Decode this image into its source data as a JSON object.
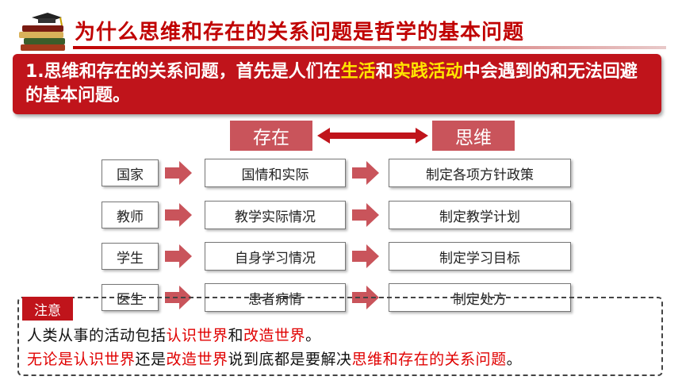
{
  "title": "为什么思维和存在的关系问题是哲学的基本问题",
  "banner": {
    "p1": "1.思维和存在的关系问题，首先是人们在",
    "h1": "生活",
    "p2": "和",
    "h2": "实践活动",
    "p3": "中会遇到的和无法回避的基本问题。"
  },
  "labels": {
    "left": "存在",
    "right": "思维"
  },
  "rows": [
    {
      "subject": "国家",
      "existence": "国情和实际",
      "thinking": "制定各项方针政策"
    },
    {
      "subject": "教师",
      "existence": "教学实际情况",
      "thinking": "制定教学计划"
    },
    {
      "subject": "学生",
      "existence": "自身学习情况",
      "thinking": "制定学习目标"
    },
    {
      "subject": "医生",
      "existence": "患者病情",
      "thinking": "制定处方"
    }
  ],
  "note": {
    "tag": "注意",
    "l1a": "人类从事的活动包括",
    "l1b": "认识世界",
    "l1c": "和",
    "l1d": "改造世界",
    "l1e": "。",
    "l2a": "无论是认识世界",
    "l2b": "还是",
    "l2c": "改造世界",
    "l2d": "说到底都是要解决",
    "l2e": "思维和存在的关系问题",
    "l2f": "。"
  },
  "colors": {
    "accent": "#c00000",
    "banner": "#c0141b",
    "label": "#c9545b",
    "highlight": "#ffe600"
  },
  "icons": {
    "header": "books-graduation-cap-icon",
    "arrow": "right-arrow-icon",
    "double_arrow": "double-arrow-icon"
  }
}
